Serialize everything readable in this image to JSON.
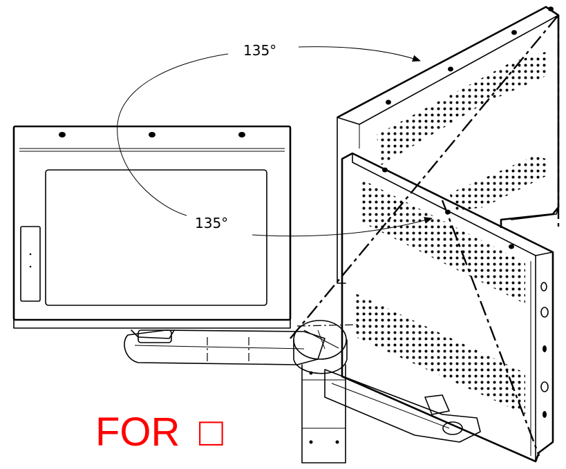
{
  "diagram": {
    "rotation_angle_top": "135°",
    "rotation_angle_bottom": "135°",
    "caption_text": "FOR",
    "caption_glyph": "□",
    "caption_color": "#ff0000",
    "line_color": "#000000"
  }
}
